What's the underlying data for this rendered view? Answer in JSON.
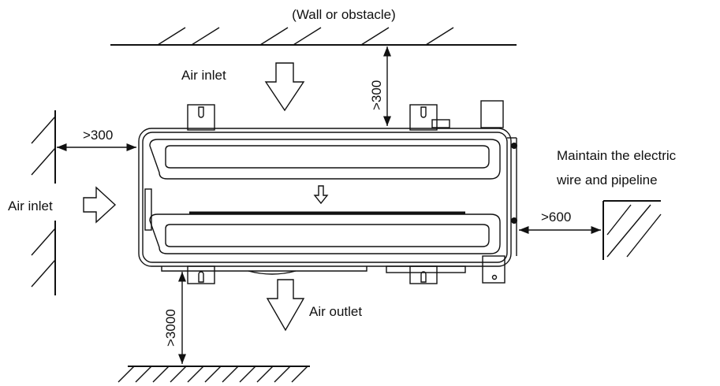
{
  "labels": {
    "top_obstacle": "(Wall or obstacle)",
    "air_inlet_top": "Air inlet",
    "air_inlet_left": "Air inlet",
    "air_outlet": "Air outlet",
    "maintain_line1": "Maintain the electric",
    "maintain_line2": "wire and pipeline"
  },
  "clearances": {
    "top": ">300",
    "left": ">300",
    "right": ">600",
    "bottom": ">3000"
  }
}
